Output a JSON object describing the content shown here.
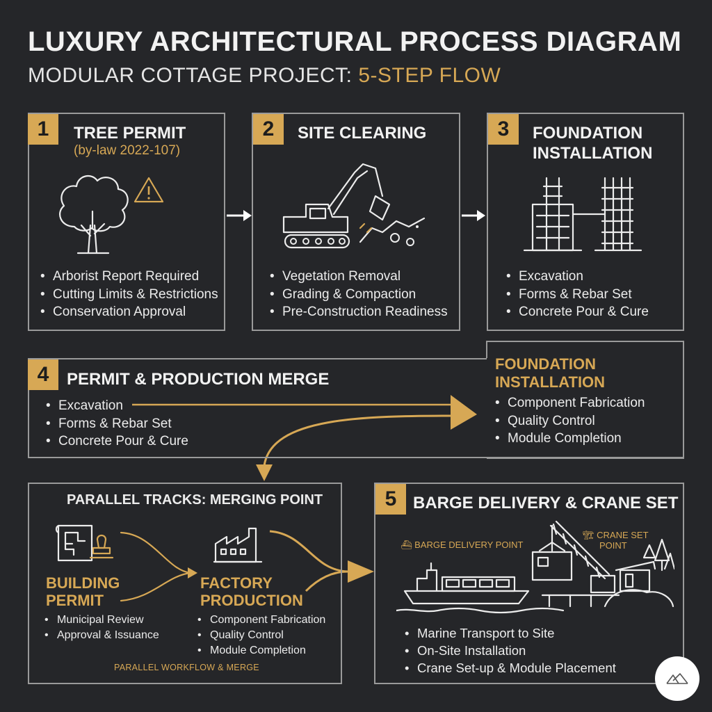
{
  "header": {
    "title": "LUXURY ARCHITECTURAL PROCESS DIAGRAM",
    "subtitle_main": "MODULAR COTTAGE PROJECT: ",
    "subtitle_accent": "5-STEP FLOW"
  },
  "colors": {
    "background": "#252629",
    "accent": "#d7a855",
    "border": "#9a9a9a",
    "text": "#ececec"
  },
  "step1": {
    "number": "1",
    "title": "TREE PERMIT",
    "note": "(by-law 2022-107)",
    "icons": [
      "tree-icon",
      "warning-icon"
    ],
    "bullets": [
      "Arborist Report Required",
      "Cutting Limits & Restrictions",
      "Conservation Approval"
    ]
  },
  "step2": {
    "number": "2",
    "title": "SITE CLEARING",
    "icons": [
      "excavator-icon"
    ],
    "bullets": [
      "Vegetation Removal",
      "Grading & Compaction",
      "Pre-Construction Readiness"
    ]
  },
  "step3": {
    "number": "3",
    "title_line1": "FOUNDATION",
    "title_line2": "INSTALLATION",
    "icons": [
      "rebar-forms-icon"
    ],
    "bullets": [
      "Excavation",
      "Forms & Rebar Set",
      "Concrete Pour & Cure"
    ]
  },
  "step4": {
    "number": "4",
    "title": "PERMIT & PRODUCTION MERGE",
    "bullets": [
      "Excavation",
      "Forms & Rebar Set",
      "Concrete Pour & Cure"
    ],
    "right_title_line1": "FOUNDATION",
    "right_title_line2": "INSTALLATION",
    "right_bullets": [
      "Component Fabrication",
      "Quality Control",
      "Module Completion"
    ]
  },
  "parallel": {
    "title": "PARALLEL TRACKS: MERGING POINT",
    "permit_label_line1": "BUILDING",
    "permit_label_line2": "PERMIT",
    "permit_bullets": [
      "Municipal Review",
      "Approval & Issuance"
    ],
    "factory_label_line1": "FACTORY",
    "factory_label_line2": "PRODUCTION",
    "factory_bullets": [
      "Component Fabrication",
      "Quality Control",
      "Module Completion"
    ],
    "footer": "PARALLEL WORKFLOW & MERGE",
    "icons": [
      "blueprint-stamp-icon",
      "factory-icon"
    ]
  },
  "step5": {
    "number": "5",
    "title": "BARGE DELIVERY & CRANE SET",
    "barge_label": "BARGE DELIVERY POINT",
    "crane_label_line1": "CRANE SET",
    "crane_label_line2": "POINT",
    "icons": [
      "barge-crane-scene-icon"
    ],
    "bullets": [
      "Marine Transport to Site",
      "On-Site Installation",
      "Crane Set-up & Module Placement"
    ]
  },
  "logo": {
    "icon": "roof-logo-icon"
  }
}
